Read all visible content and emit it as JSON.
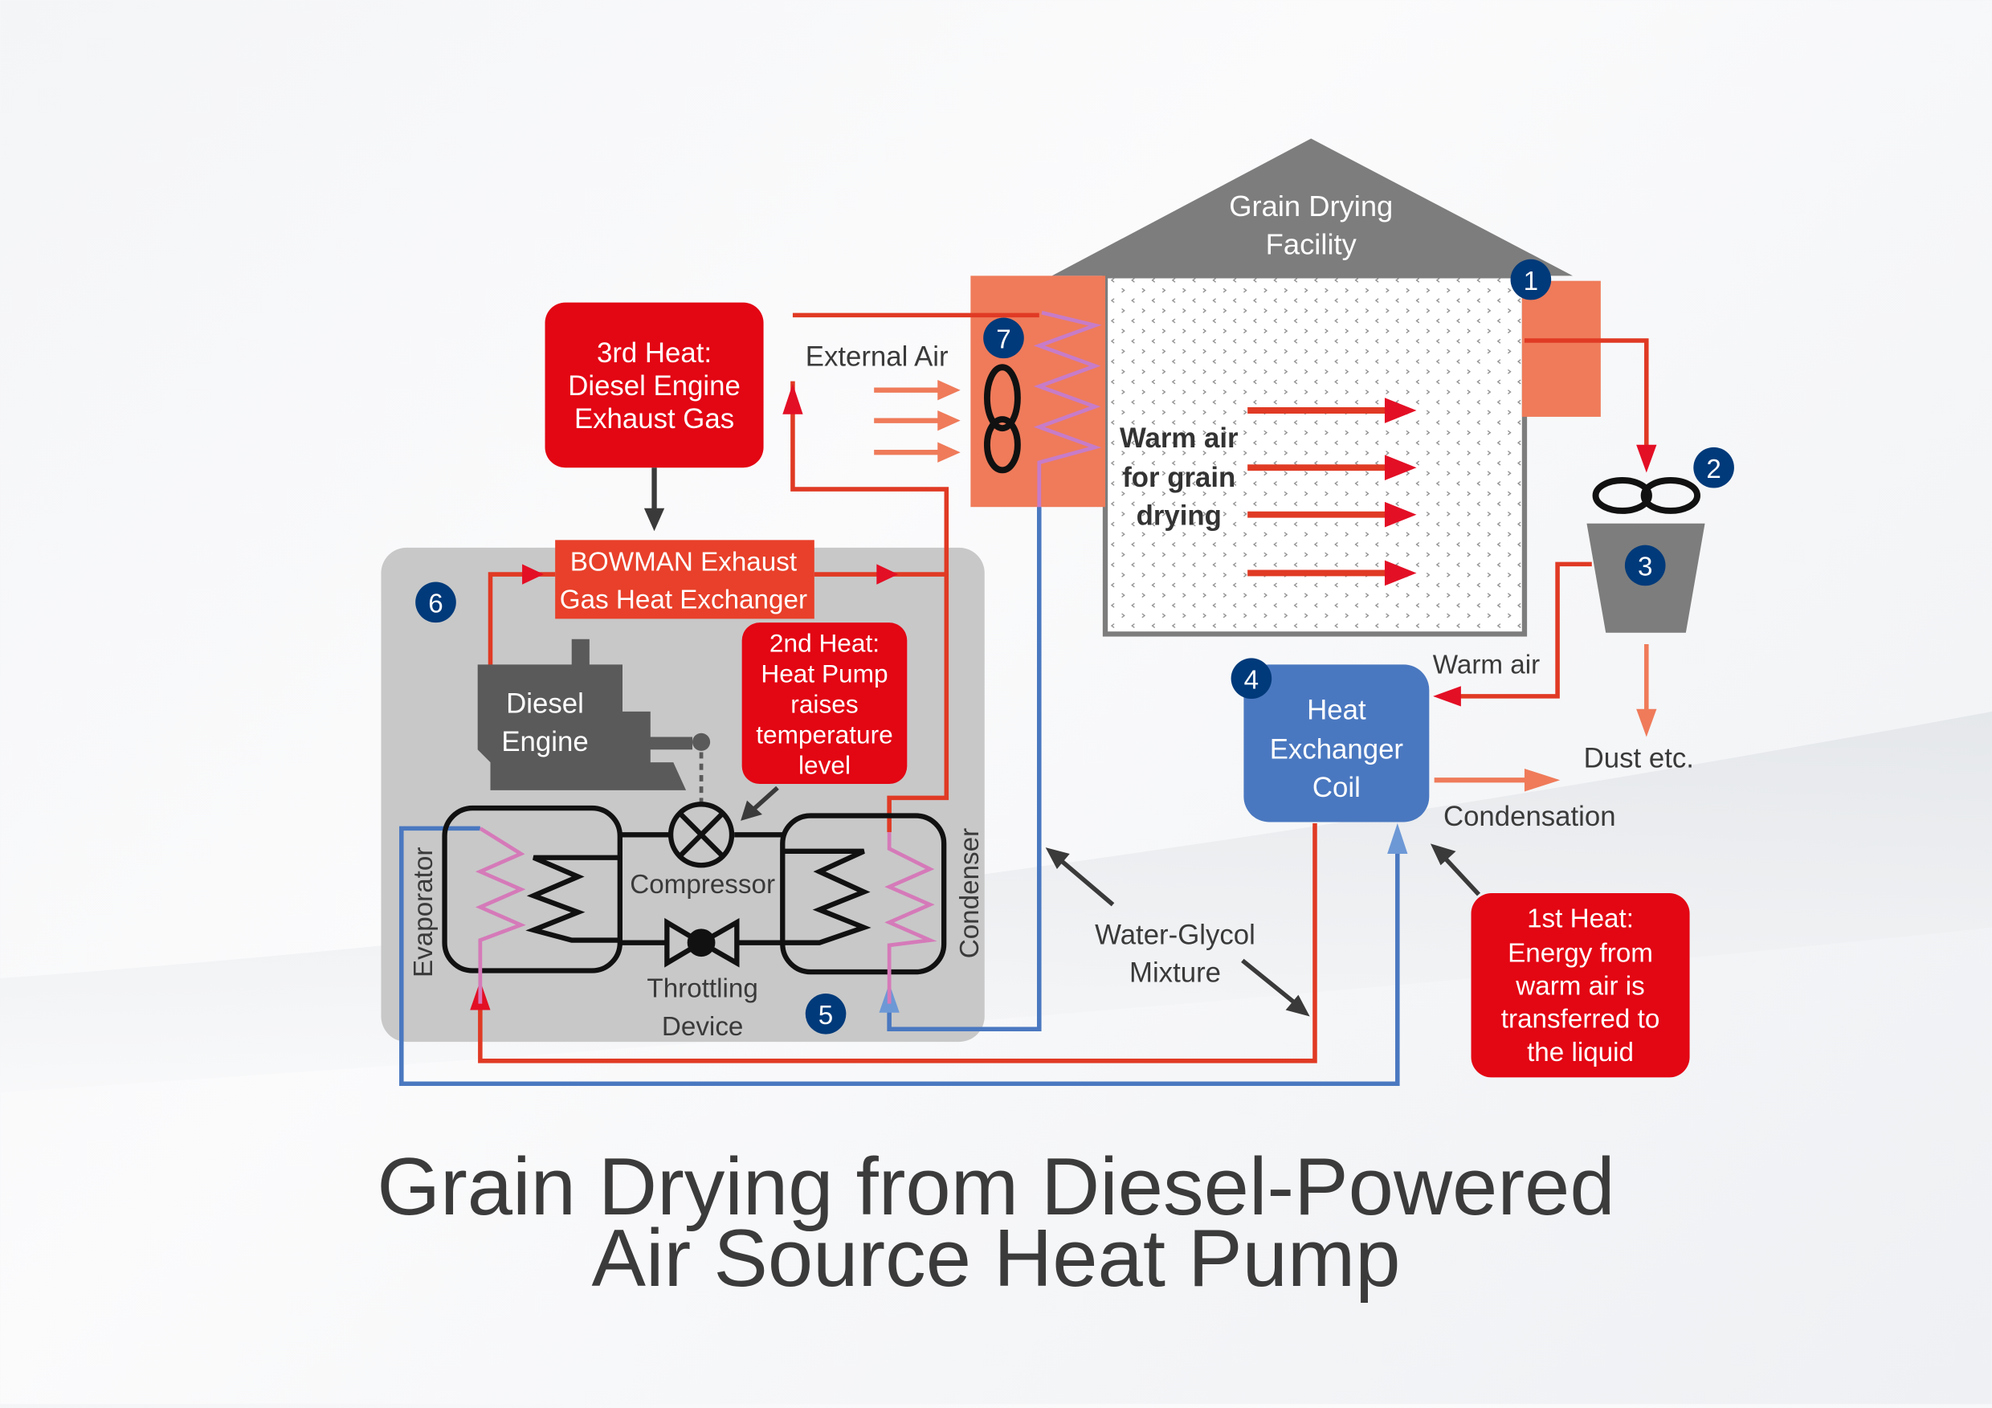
{
  "title": {
    "line1": "Grain Drying from Diesel-Powered",
    "line2": "Air Source Heat Pump"
  },
  "facility": {
    "label_line1": "Grain Drying",
    "label_line2": "Facility",
    "inner_line1": "Warm air",
    "inner_line2": "for grain",
    "inner_line3": "drying"
  },
  "external_air": "External Air",
  "third_heat": {
    "line1": "3rd Heat:",
    "line2": "Diesel Engine",
    "line3": "Exhaust Gas"
  },
  "bowman": {
    "line1": "BOWMAN Exhaust",
    "line2": "Gas Heat Exchanger"
  },
  "second_heat": {
    "line1": "2nd Heat:",
    "line2": "Heat Pump",
    "line3": "raises",
    "line4": "temperature",
    "line5": "level"
  },
  "diesel_engine": {
    "line1": "Diesel",
    "line2": "Engine"
  },
  "heat_pump": {
    "evaporator": "Evaporator",
    "condenser": "Condenser",
    "compressor": "Compressor",
    "throttling_line1": "Throttling",
    "throttling_line2": "Device"
  },
  "heat_exchanger_coil": {
    "line1": "Heat",
    "line2": "Exchanger",
    "line3": "Coil"
  },
  "warm_air": "Warm air",
  "dust": "Dust etc.",
  "condensation": "Condensation",
  "water_glycol": {
    "line1": "Water-Glycol",
    "line2": "Mixture"
  },
  "first_heat": {
    "line1": "1st Heat:",
    "line2": "Energy from",
    "line3": "warm air is",
    "line4": "transferred to",
    "line5": "the liquid"
  },
  "markers": [
    "1",
    "2",
    "3",
    "4",
    "5",
    "6",
    "7"
  ],
  "colors": {
    "hot_line": "#e03a24",
    "cold_line": "#4a78c0",
    "heat_box": "#e30613",
    "heater_block": "#ef7b5a",
    "marker": "#003a7a",
    "coil_box": "#4a78c0",
    "engine": "#5a5a5a",
    "pump_panel": "#c8c8c8"
  }
}
